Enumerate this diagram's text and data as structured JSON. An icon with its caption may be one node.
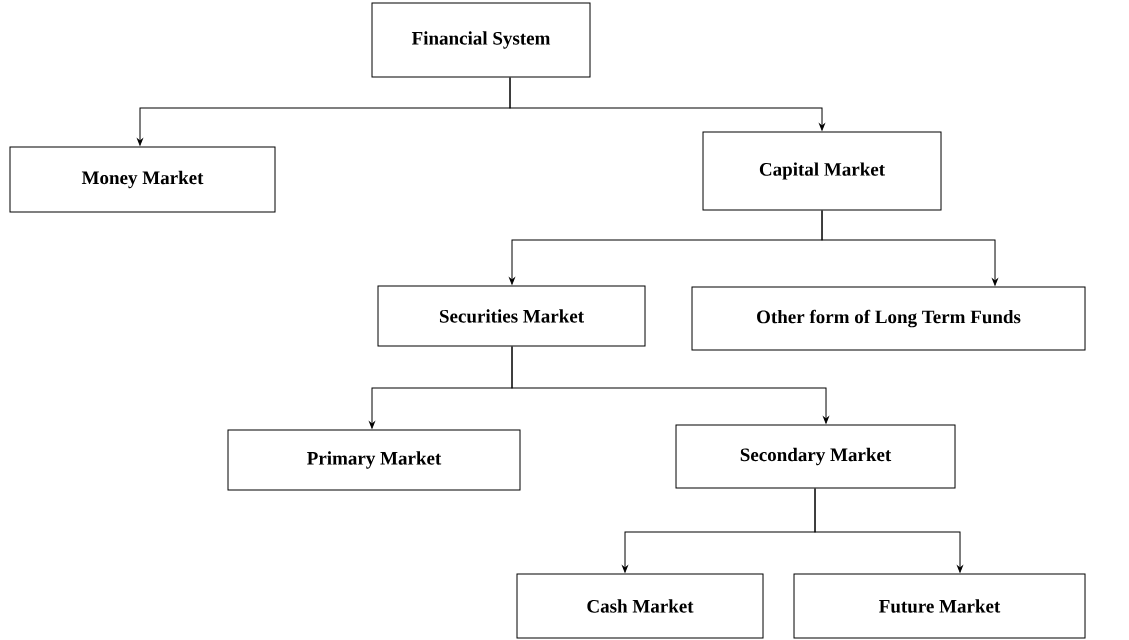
{
  "diagram": {
    "nodes": [
      {
        "text": [
          "Financial System"
        ]
      },
      {
        "text": [
          "Money Market"
        ]
      },
      {
        "text": [
          "Capital Market"
        ]
      },
      {
        "text": [
          "Securities Market"
        ]
      },
      {
        "text": [
          "Other form of Long Term Funds"
        ]
      },
      {
        "text": [
          "Primary Market"
        ]
      },
      {
        "text": [
          "Secondary Market"
        ]
      },
      {
        "text": [
          "Cash Market"
        ]
      },
      {
        "text": [
          "Future Market"
        ]
      }
    ],
    "edges": [
      {
        "from": 0,
        "to": 1,
        "arrow": "to"
      },
      {
        "from": 0,
        "to": 2,
        "arrow": "to"
      },
      {
        "from": 2,
        "to": 3,
        "arrow": "to"
      },
      {
        "from": 2,
        "to": 4,
        "arrow": "to"
      },
      {
        "from": 3,
        "to": 5,
        "arrow": "to"
      },
      {
        "from": 3,
        "to": 6,
        "arrow": "to"
      },
      {
        "from": 6,
        "to": 7,
        "arrow": "to"
      },
      {
        "from": 6,
        "to": 8,
        "arrow": "to"
      }
    ]
  }
}
